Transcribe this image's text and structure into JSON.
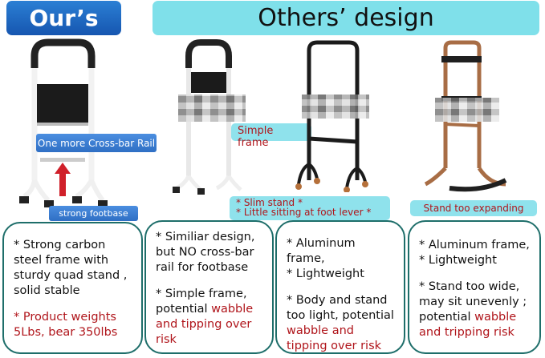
{
  "headers": {
    "ours": "Our’s",
    "others": "Others’ design"
  },
  "callouts": {
    "cross_bar": "One more Cross-bar Rail",
    "footbase": "strong footbase",
    "simple_frame": "Simple frame",
    "slim_stand_line1": "* Slim stand *",
    "slim_stand_line2": "* Little sitting at foot lever *",
    "stand_expanding": "Stand too expanding"
  },
  "cards": [
    {
      "name": "ours",
      "paragraphs": [
        {
          "text": "* Strong carbon steel frame with sturdy quad stand , solid stable",
          "red": ""
        },
        {
          "text": "",
          "red": "* Product weights 5Lbs, bear 350lbs"
        }
      ]
    },
    {
      "name": "other-1",
      "paragraphs": [
        {
          "text": "* Similiar design, but NO cross-bar rail for footbase",
          "red": ""
        },
        {
          "text": "* Simple frame, potential ",
          "red": "wabble and tipping over risk"
        }
      ]
    },
    {
      "name": "other-2",
      "paragraphs": [
        {
          "text": "* Aluminum frame,",
          "red": ""
        },
        {
          "text": "* Lightweight",
          "red": ""
        },
        {
          "text": "* Body and stand too light, potential ",
          "red": "wabble and tipping over risk"
        }
      ]
    },
    {
      "name": "other-3",
      "paragraphs": [
        {
          "text": "* Aluminum frame,",
          "red": ""
        },
        {
          "text": "* Lightweight",
          "red": ""
        },
        {
          "text": "* Stand too wide, may sit unevenly ; potential ",
          "red": "wabble and tripping risk"
        }
      ]
    }
  ],
  "colors": {
    "ours_header": "#1f68c2",
    "others_header": "#7fe0ea",
    "warning_text": "#b0151b",
    "card_border": "#1e6e6a"
  }
}
